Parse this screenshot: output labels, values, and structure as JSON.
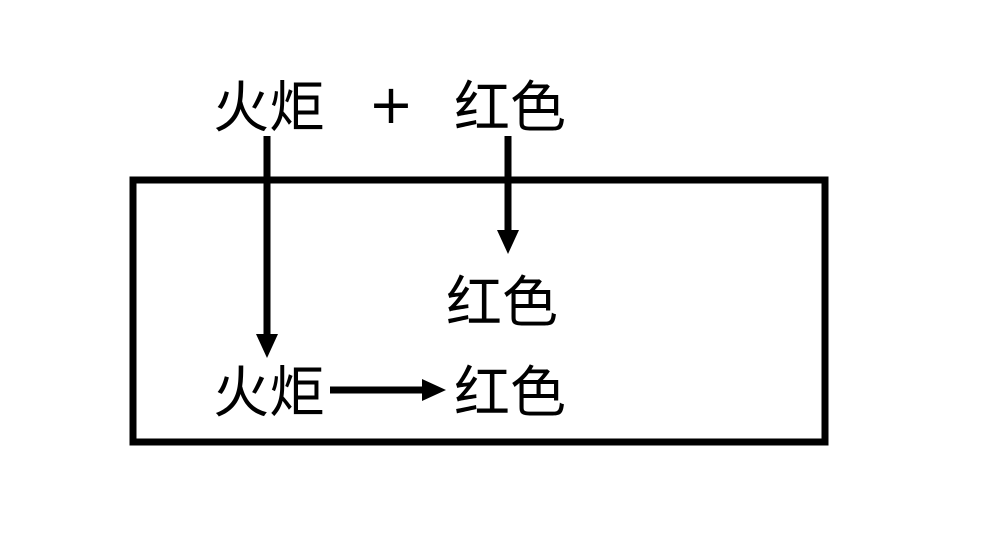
{
  "top": {
    "left_term": "火炬",
    "operator": "+",
    "right_term": "红色"
  },
  "box": {
    "middle_label": "红色",
    "bottom_left_label": "火炬",
    "bottom_right_label": "红色"
  },
  "colors": {
    "ink": "#000000",
    "background": "#ffffff"
  }
}
